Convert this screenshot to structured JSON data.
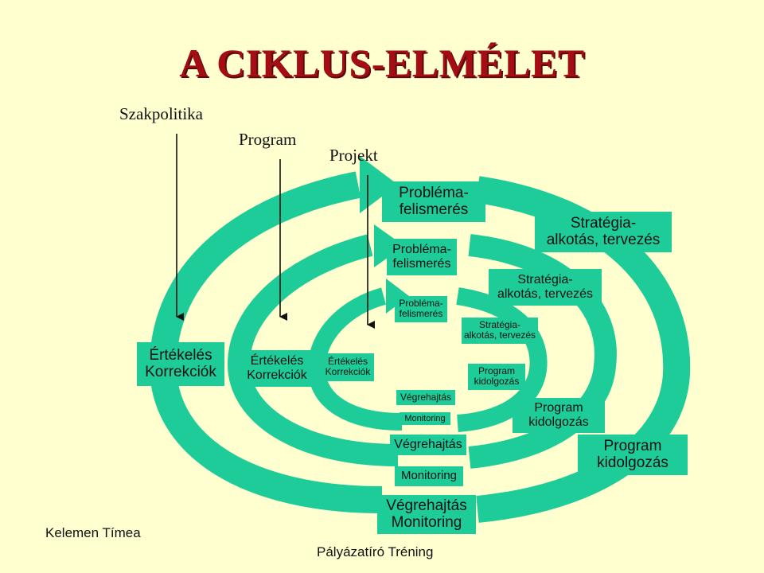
{
  "title": "A CIKLUS-ELMÉLET",
  "levels": {
    "policy": "Szakpolitika",
    "program": "Program",
    "project": "Projekt"
  },
  "cycle": {
    "outer": {
      "problem": "Probléma-\nfelismerés",
      "strategy": "Stratégia-\nalkotás, tervezés",
      "program": "Program\nkidolgozás",
      "implementation": "Végrehajtás\nMonitoring",
      "evaluation": "Értékelés\nKorrekciók"
    },
    "middle": {
      "problem": "Probléma-\nfelismerés",
      "strategy": "Stratégia-\nalkotás, tervezés",
      "program": "Program\nkidolgozás",
      "implementation": "Végrehajtás",
      "monitoring": "Monitoring",
      "evaluation": "Értékelés\nKorrekciók"
    },
    "inner": {
      "problem": "Probléma-\nfelismerés",
      "strategy": "Stratégia-\nalkotás, tervezés",
      "program": "Program\nkidolgozás",
      "implementation": "Végrehajtás",
      "monitoring": "Monitoring",
      "evaluation": "Értékelés\nKorrekciók"
    }
  },
  "footer": {
    "author": "Kelemen Tímea",
    "event": "Pályázatíró Tréning"
  },
  "colors": {
    "background": "#ffffd0",
    "spiral": "#1ecc99",
    "title": "#a50d14"
  }
}
